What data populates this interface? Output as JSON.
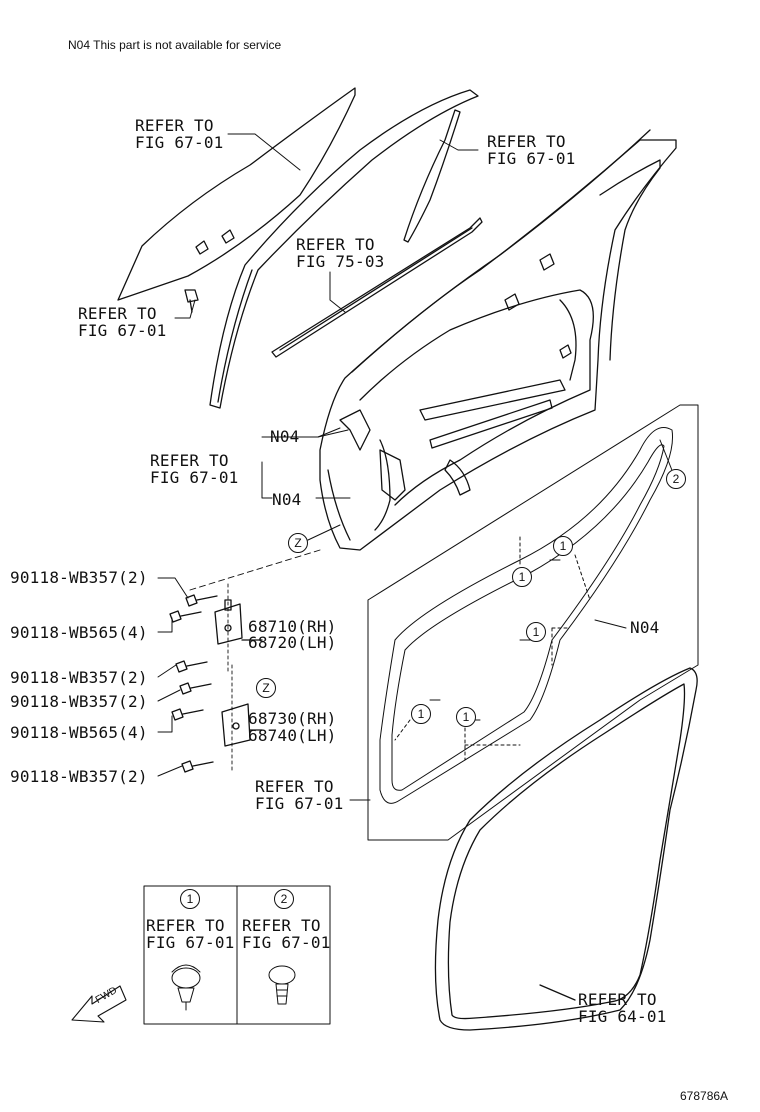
{
  "note": "N04 This part is not available for service",
  "drawing_code": "678786A",
  "refs": {
    "glass": [
      "REFER TO",
      "FIG 67-01"
    ],
    "channel": [
      "REFER TO",
      "FIG 67-01"
    ],
    "belt": [
      "REFER TO",
      "FIG 75-03"
    ],
    "bolt": [
      "REFER TO",
      "FIG 67-01"
    ],
    "door": [
      "REFER TO",
      "FIG 67-01"
    ],
    "weather": [
      "REFER TO",
      "FIG 67-01"
    ],
    "opening": [
      "REFER TO",
      "FIG 64-01"
    ],
    "clip1": [
      "REFER TO",
      "FIG 67-01"
    ],
    "clip2": [
      "REFER TO",
      "FIG 67-01"
    ]
  },
  "n04_label": "N04",
  "callout": {
    "one": "1",
    "two": "2",
    "z": "Z"
  },
  "parts": {
    "p1": "90118-WB357(2)",
    "p2": "90118-WB565(4)",
    "p3": "90118-WB357(2)",
    "p4": "90118-WB357(2)",
    "p5": "90118-WB565(4)",
    "p6": "90118-WB357(2)",
    "hinge_upper_rh": "68710(RH)",
    "hinge_upper_lh": "68720(LH)",
    "hinge_lower_rh": "68730(RH)",
    "hinge_lower_lh": "68740(LH)"
  },
  "fwd": "FWD"
}
